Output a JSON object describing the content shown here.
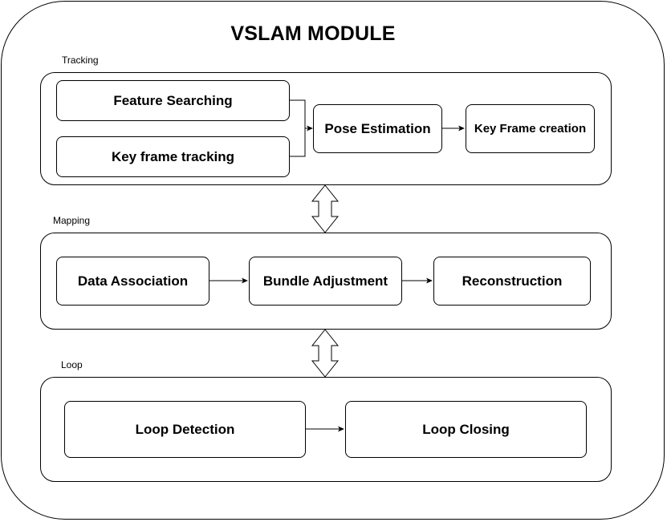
{
  "title": "VSLAM MODULE",
  "sections": {
    "tracking": {
      "label": "Tracking",
      "feature_searching": "Feature Searching",
      "key_frame_tracking": "Key frame tracking",
      "pose_estimation": "Pose Estimation",
      "key_frame_creation": "Key Frame creation"
    },
    "mapping": {
      "label": "Mapping",
      "data_association": "Data Association",
      "bundle_adjustment": "Bundle Adjustment",
      "reconstruction": "Reconstruction"
    },
    "loop": {
      "label": "Loop",
      "loop_detection": "Loop Detection",
      "loop_closing": "Loop Closing"
    }
  },
  "colors": {
    "stroke": "#000000",
    "background": "#ffffff",
    "arrow_fill": "#ffffff"
  }
}
